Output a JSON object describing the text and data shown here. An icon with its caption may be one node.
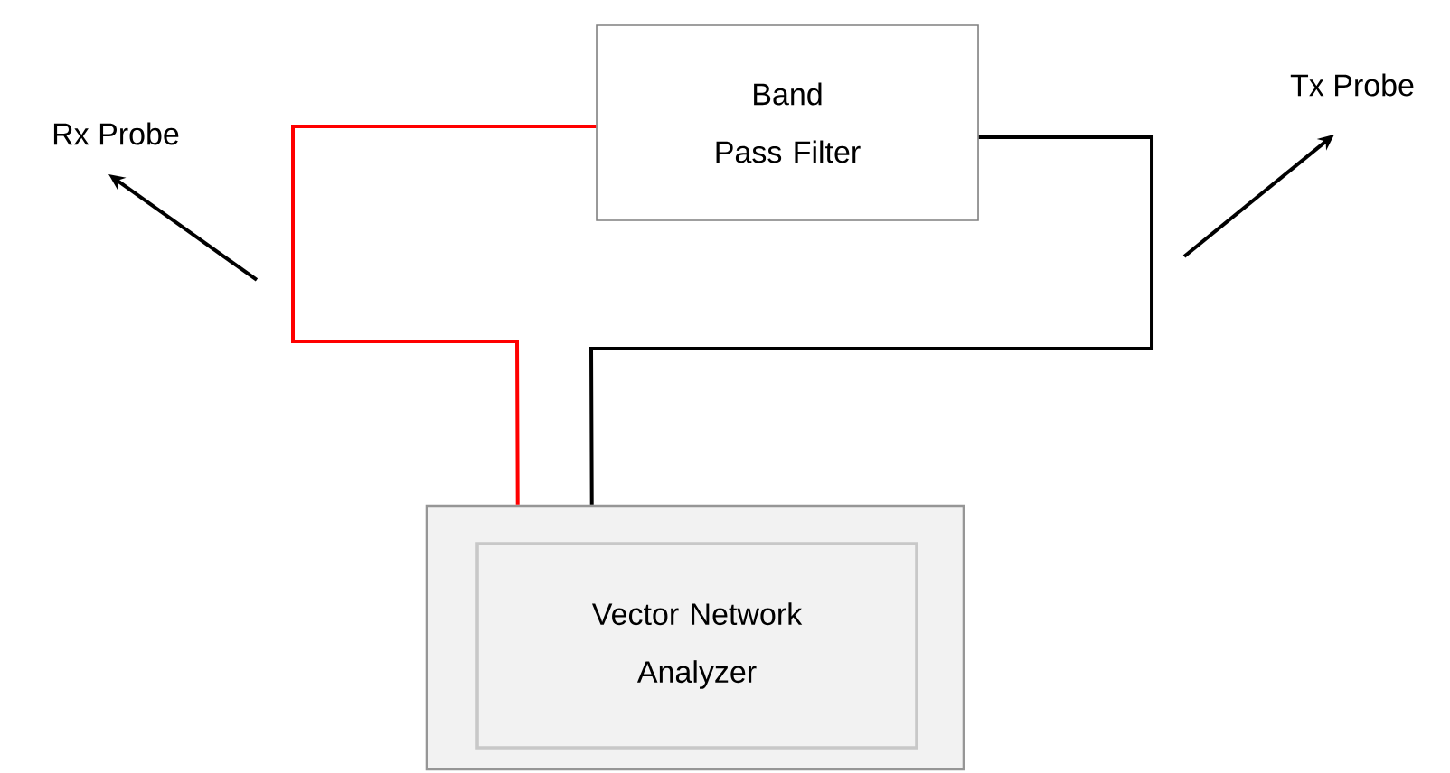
{
  "diagram": {
    "nodes": [
      {
        "text": [
          "Rx Probe"
        ]
      },
      {
        "text": [
          "Band Pass Filter"
        ]
      },
      {
        "text": [
          "Tx Probe"
        ]
      },
      {
        "text": [],
        "shape": "box"
      },
      {
        "text": [
          "Vector Network Analyzer"
        ],
        "in": 3
      }
    ],
    "edges": [
      {
        "from": 3,
        "to": 1,
        "arrow": "none",
        "color": "#ff0000"
      },
      {
        "from": 3,
        "to": 1,
        "arrow": "none"
      },
      {
        "from": null,
        "to": 0,
        "arrow": "to"
      },
      {
        "from": null,
        "to": 2,
        "arrow": "to"
      }
    ]
  }
}
